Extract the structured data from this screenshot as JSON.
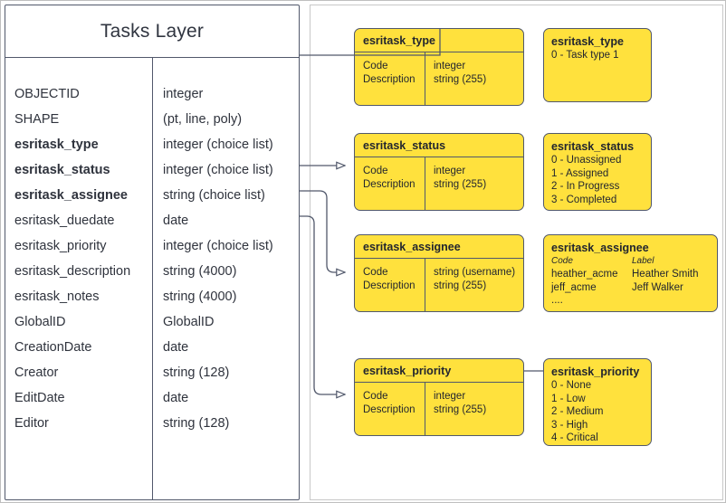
{
  "diagram": {
    "title": "Tasks Layer"
  },
  "tasks_layer": {
    "title": "Tasks Layer",
    "fields": [
      {
        "name": "OBJECTID",
        "type": "integer",
        "bold": false
      },
      {
        "name": "SHAPE",
        "type": "(pt, line, poly)",
        "bold": false
      },
      {
        "name": "esritask_type",
        "type": "integer (choice list)",
        "bold": true
      },
      {
        "name": "esritask_status",
        "type": "integer (choice list)",
        "bold": true
      },
      {
        "name": "esritask_assignee",
        "type": "string (choice list)",
        "bold": true
      },
      {
        "name": "esritask_duedate",
        "type": "date",
        "bold": false
      },
      {
        "name": "esritask_priority",
        "type": "integer (choice list)",
        "bold": false
      },
      {
        "name": "esritask_description",
        "type": "string (4000)",
        "bold": false
      },
      {
        "name": "esritask_notes",
        "type": "string (4000)",
        "bold": false
      },
      {
        "name": "GlobalID",
        "type": "GlobalID",
        "bold": false
      },
      {
        "name": "CreationDate",
        "type": "date",
        "bold": false
      },
      {
        "name": "Creator",
        "type": "string (128)",
        "bold": false
      },
      {
        "name": "EditDate",
        "type": "date",
        "bold": false
      },
      {
        "name": "Editor",
        "type": "string (128)",
        "bold": false
      }
    ]
  },
  "domains": [
    {
      "key": "type",
      "header": "esritask_type",
      "rows": [
        {
          "label": "Code",
          "type": "integer"
        },
        {
          "label": "Description",
          "type": "string (255)"
        }
      ]
    },
    {
      "key": "status",
      "header": "esritask_status",
      "rows": [
        {
          "label": "Code",
          "type": "integer"
        },
        {
          "label": "Description",
          "type": "string (255)"
        }
      ]
    },
    {
      "key": "assignee",
      "header": "esritask_assignee",
      "rows": [
        {
          "label": "Code",
          "type": "string  (username)"
        },
        {
          "label": "Description",
          "type": "string (255)"
        }
      ]
    },
    {
      "key": "priority",
      "header": "esritask_priority",
      "rows": [
        {
          "label": "Code",
          "type": "integer"
        },
        {
          "label": "Description",
          "type": "string (255)"
        }
      ]
    }
  ],
  "values": {
    "type": {
      "title": "esritask_type",
      "items": [
        "0 - Task type 1"
      ]
    },
    "status": {
      "title": "esritask_status",
      "items": [
        "0 - Unassigned",
        "1 - Assigned",
        "2 - In Progress",
        "3 - Completed"
      ]
    },
    "assignee": {
      "title": "esritask_assignee",
      "head_code": "Code",
      "head_label": "Label",
      "pairs": [
        {
          "code": "heather_acme",
          "label": "Heather Smith"
        },
        {
          "code": "jeff_acme",
          "label": "Jeff Walker"
        }
      ],
      "ellipsis": "...."
    },
    "priority": {
      "title": "esritask_priority",
      "items": [
        "0 - None",
        "1 - Low",
        "2 - Medium",
        "3 - High",
        "4 - Critical"
      ]
    }
  },
  "colors": {
    "domain_fill": "#ffe13d",
    "stroke": "#51586b",
    "panel_border": "#c8c8c8",
    "text": "#23262e"
  }
}
